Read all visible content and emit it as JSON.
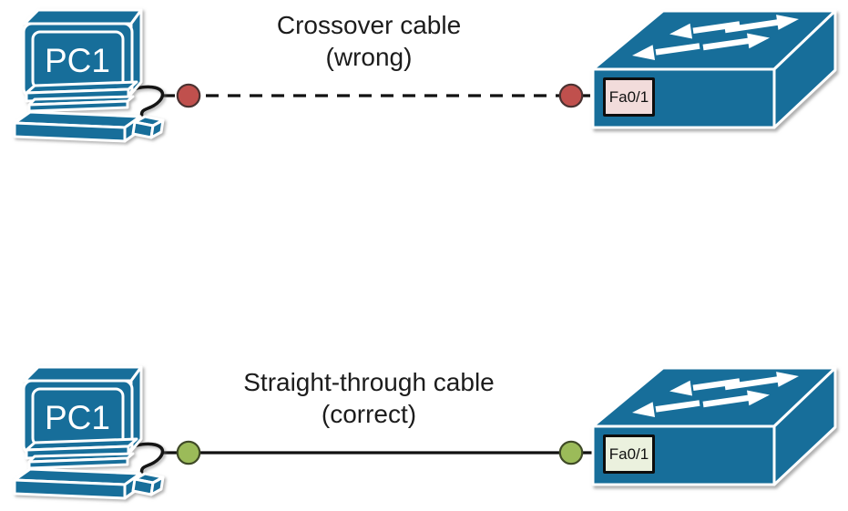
{
  "title": "Crossover vs straight-through cable between PC and switch",
  "colors": {
    "device_blue": "#176E9A",
    "cable": "#111111",
    "wrong_endpoint_fill": "#C0504D",
    "wrong_endpoint_stroke": "#4a3231",
    "correct_endpoint_fill": "#9BBB59",
    "correct_endpoint_stroke": "#3f4a27",
    "wrong_port_bg": "#F2DCDB",
    "correct_port_bg": "#EBF1DE",
    "port_border": "#0d0d0d"
  },
  "scenarios": [
    {
      "caption_line1": "Crossover cable",
      "caption_line2": "(wrong)",
      "pc_label": "PC1",
      "port_label": "Fa0/1",
      "cable_style": "dashed",
      "status": "wrong"
    },
    {
      "caption_line1": "Straight-through cable",
      "caption_line2": "(correct)",
      "pc_label": "PC1",
      "port_label": "Fa0/1",
      "cable_style": "solid",
      "status": "correct"
    }
  ]
}
